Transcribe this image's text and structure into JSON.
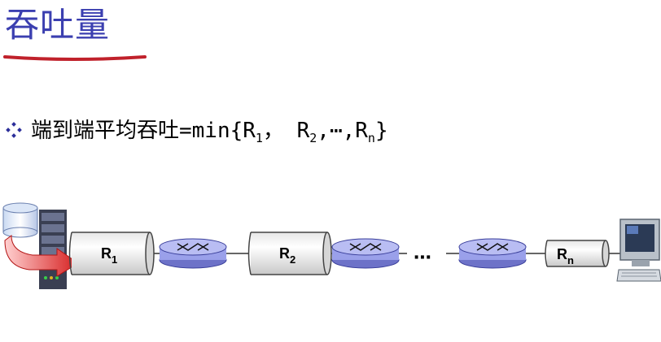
{
  "title": "吞吐量",
  "bullet": {
    "prefix": "端到端平均吞吐=min{R",
    "sub1": "1",
    "sep1": "，  R",
    "sub2": "2",
    "sep2": ",⋯,R",
    "subn": "n",
    "suffix": "}"
  },
  "diagram": {
    "link1": {
      "main": "R",
      "sub": "1"
    },
    "link2": {
      "main": "R",
      "sub": "2"
    },
    "linkn": {
      "main": "R",
      "sub": "n"
    },
    "ellipsis": "⋯"
  },
  "colors": {
    "title": "#3b3fb0",
    "underline": "#c0212b",
    "bullet": "#2c2f9a",
    "router_fill": "#9aa0ea",
    "arrow": "#d61f1f"
  }
}
